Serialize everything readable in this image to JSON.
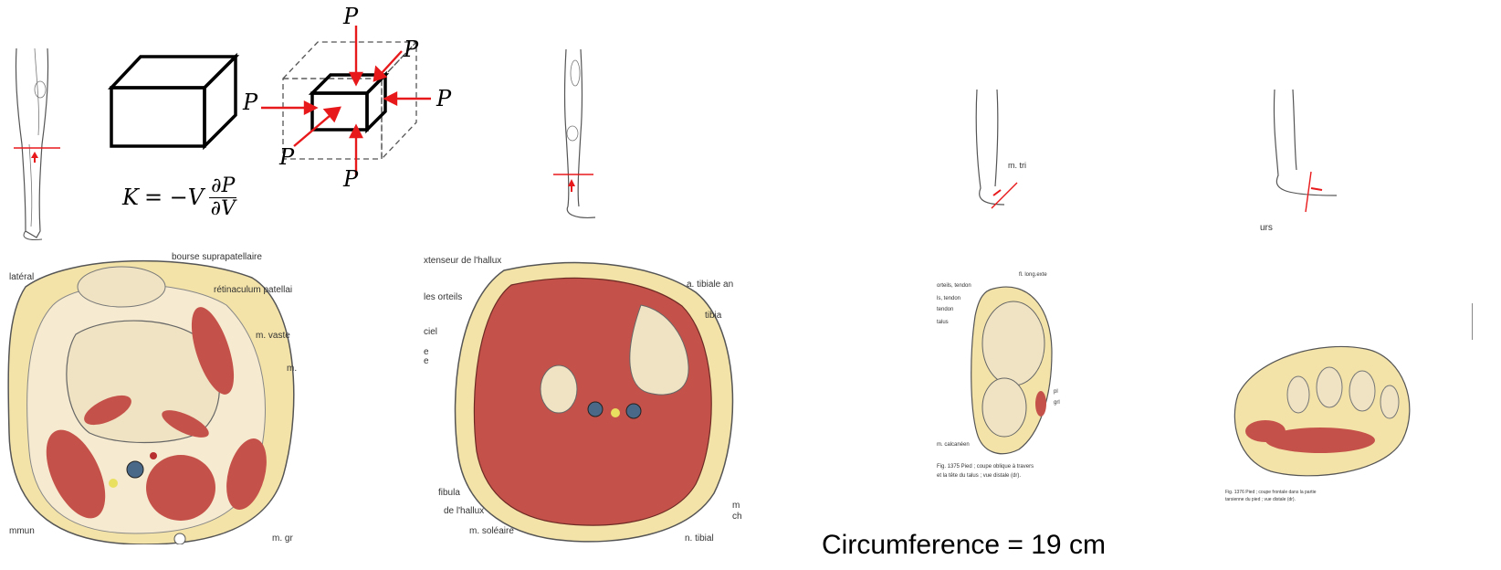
{
  "equation": {
    "lhs": "K",
    "rhs_prefix": "= −V",
    "numerator": "∂P",
    "denominator": "∂V"
  },
  "pressure_labels": [
    "P",
    "P",
    "P",
    "P",
    "P",
    "P"
  ],
  "knee_section": {
    "labels": [
      "bourse suprapatellaire",
      "latéral",
      "rétinaculum patellai",
      "m. vaste",
      "m.",
      "mmun",
      "m. gr"
    ]
  },
  "leg_section": {
    "labels": [
      "xtenseur de l'hallux",
      "a. tibiale an",
      "les orteils",
      "tibia",
      "ciel",
      "e",
      "e",
      "fibula",
      "de l'hallux",
      "m. soléaire",
      "m",
      "ch",
      "n. tibial"
    ]
  },
  "ankle_small_label": "m. tri",
  "foot_small_label": "urs",
  "ankle_section": {
    "labels": [
      "orteils, tendon",
      "fl. long.exte",
      "ls, tendon",
      "tendon",
      "talus",
      "pl",
      "grl",
      "m. calcanéen"
    ],
    "figure_caption": "Fig. 1375   Pied ; coupe oblique à travers",
    "figure_caption_2": "et la tête du talus ; vue distale (dr)."
  },
  "foot_section": {
    "figure_caption": "Fig. 1376   Pied ; coupe frontale dans la partie",
    "figure_caption_2": "tarsienne du pied ; vue distale (dr)."
  },
  "circumference_text": "Circumference = 19 cm",
  "colors": {
    "arrow_red": "#e8191b",
    "muscle": "#c5524a",
    "fat": "#f3e3a8",
    "bone": "#efe3c3"
  }
}
